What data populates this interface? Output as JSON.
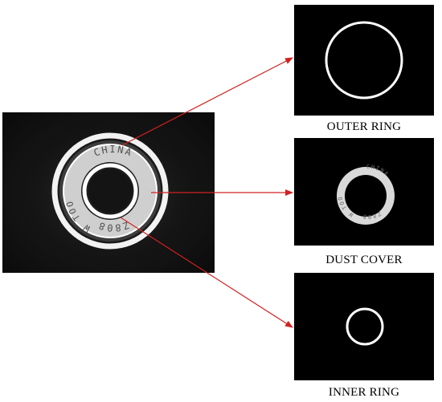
{
  "captions": {
    "outer_ring": "OUTER RING",
    "dust_cover": "DUST COVER",
    "inner_ring": "INNER RING"
  },
  "bearing_text": {
    "top": "CHINA",
    "bottom": "Z808",
    "left": "W TOO"
  },
  "colors": {
    "arrow": "#d42020",
    "ring": "#ffffff",
    "panel_background": "#000000"
  }
}
